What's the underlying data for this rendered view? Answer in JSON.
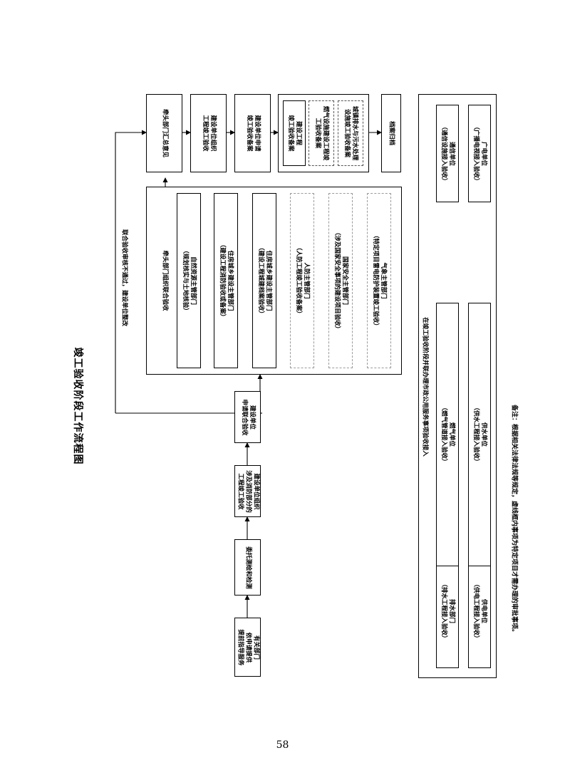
{
  "title": "竣工验收阶段工作流程图",
  "loop_note": "联合验收审核不通过，建设单位整改",
  "main_flow": [
    {
      "id": "provide",
      "lines": [
        "有关部门",
        "依申请提供",
        "提前指导服务"
      ]
    },
    {
      "id": "survey",
      "lines": [
        "委托测绘和检测"
      ]
    },
    {
      "id": "fire",
      "lines": [
        "建设单位组织",
        "涉及消防部分的",
        "工程竣工验收"
      ]
    },
    {
      "id": "apply",
      "lines": [
        "建设单位",
        "申请联合验收"
      ]
    }
  ],
  "joint_group": {
    "header": "牵头部门组织联合验收",
    "solid_items": [
      {
        "lines": [
          "自然资源主管部门",
          "（规划核实与土地核验）"
        ]
      },
      {
        "lines": [
          "住房城乡建设主管部门",
          "（建设工程消防验收或备案）"
        ]
      },
      {
        "lines": [
          "住房城乡建设主管部门",
          "（建设工程城建档案验收）"
        ]
      }
    ],
    "dashed_items": [
      {
        "lines": [
          "人防主管部门",
          "（人防工程竣工验收备案）"
        ]
      },
      {
        "lines": [
          "国家安全主管部门",
          "（涉及国家安全事项的建设项目验收）"
        ]
      },
      {
        "lines": [
          "气象主管部门",
          "（特定项目雷电防护装置竣工验收）"
        ]
      }
    ]
  },
  "top_flow": [
    {
      "id": "summary",
      "lines": [
        "牵头部门汇总意见"
      ]
    },
    {
      "id": "org_accept",
      "lines": [
        "建设单位组织",
        "工程竣工验收"
      ]
    },
    {
      "id": "apply_record",
      "lines": [
        "建设单位申请",
        "竣工验收备案"
      ]
    }
  ],
  "record_group": {
    "solid": {
      "lines": [
        "建设工程",
        "竣工验收备案"
      ]
    },
    "dashed": [
      {
        "lines": [
          "燃气设施建设工程竣",
          "工验收备案"
        ]
      },
      {
        "lines": [
          "城镇排水与污水处理",
          "设施竣工验收备案"
        ]
      }
    ]
  },
  "archive": {
    "lines": [
      "档案归档"
    ]
  },
  "utility_group": {
    "header": "在竣工验收阶段并联办理市政公用服务事项验收接入",
    "items": [
      {
        "lines": [
          "排水部门",
          "（排水工程接入验收）"
        ]
      },
      {
        "lines": [
          "燃气单位",
          "（燃气管道接入验收）"
        ]
      },
      {
        "lines": [
          "通信单位",
          "（通信设施接入验收）"
        ]
      },
      {
        "lines": [
          "供电单位",
          "（供电工程接入验收）"
        ]
      },
      {
        "lines": [
          "供水单位",
          "（供水工程接入验收）"
        ]
      },
      {
        "lines": [
          "广电单位",
          "（广播电视接入验收）"
        ]
      }
    ]
  },
  "footnote": "备注：根据相关法律法规等规定，虚线框内事项为特定项目才需办理的审批事项。",
  "page_number": "58"
}
